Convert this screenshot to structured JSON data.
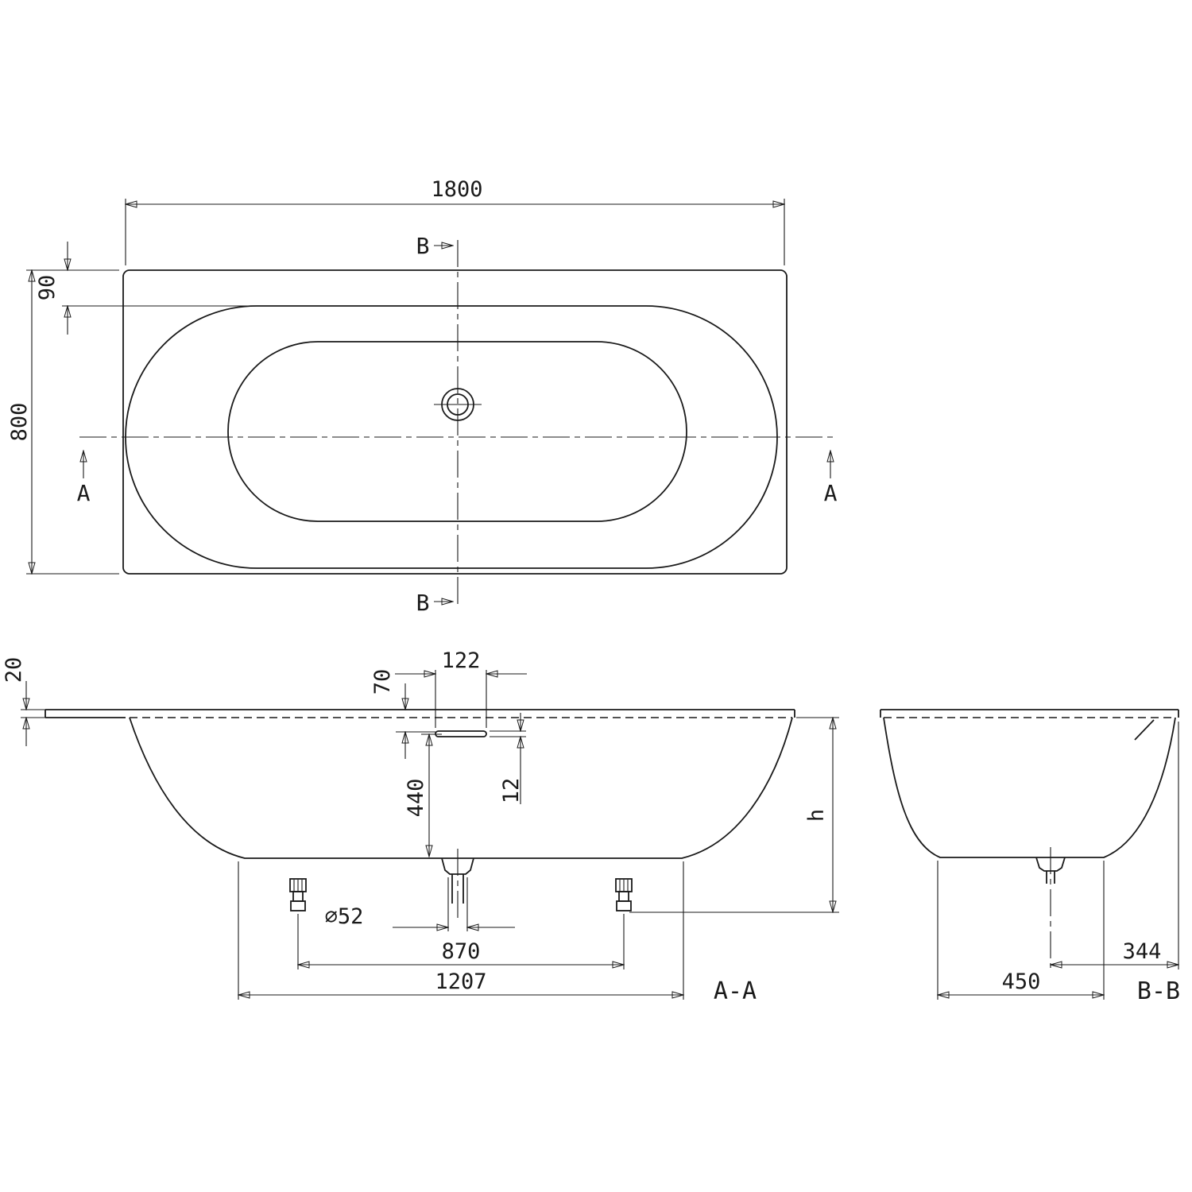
{
  "views": {
    "top": {
      "length": "1800",
      "width": "800",
      "rim_offset": "90",
      "section_b": "B",
      "section_a": "A"
    },
    "front_section": {
      "label": "A-A",
      "rim_thickness": "20",
      "overflow_drop": "70",
      "overflow_length": "122",
      "overflow_slot_height": "12",
      "depth": "440",
      "drain_diameter": "⌀52",
      "feet_spacing": "870",
      "base_length": "1207",
      "height": "h"
    },
    "side_section": {
      "label": "B-B",
      "drain_offset": "344",
      "base_width": "450"
    }
  }
}
